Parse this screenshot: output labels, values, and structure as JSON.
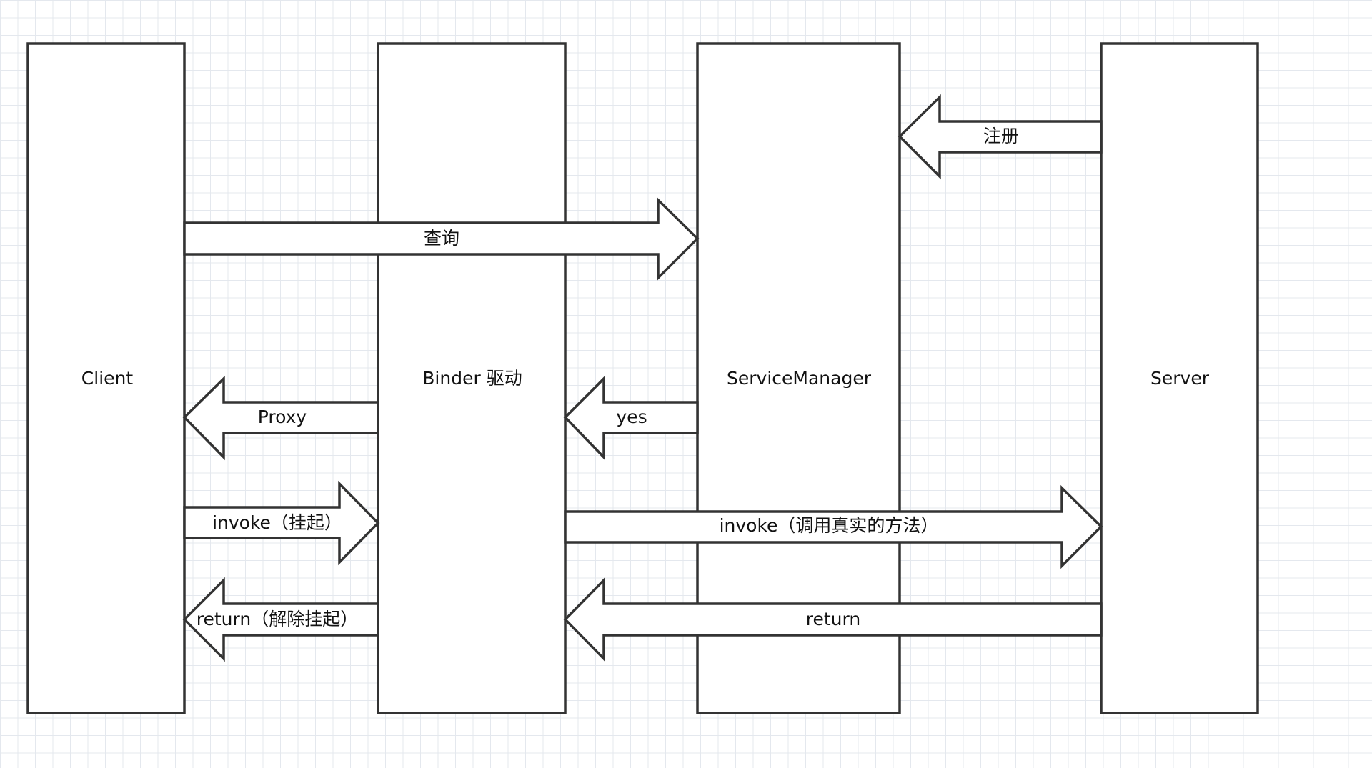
{
  "nodes": {
    "client": "Client",
    "binder": "Binder 驱动",
    "service_manager": "ServiceManager",
    "server": "Server"
  },
  "arrows": {
    "register": "注册",
    "query": "查询",
    "proxy": "Proxy",
    "yes": "yes",
    "invoke_suspend": "invoke（挂起）",
    "invoke_real": "invoke（调用真实的方法）",
    "return_resume": "return（解除挂起）",
    "return": "return"
  }
}
